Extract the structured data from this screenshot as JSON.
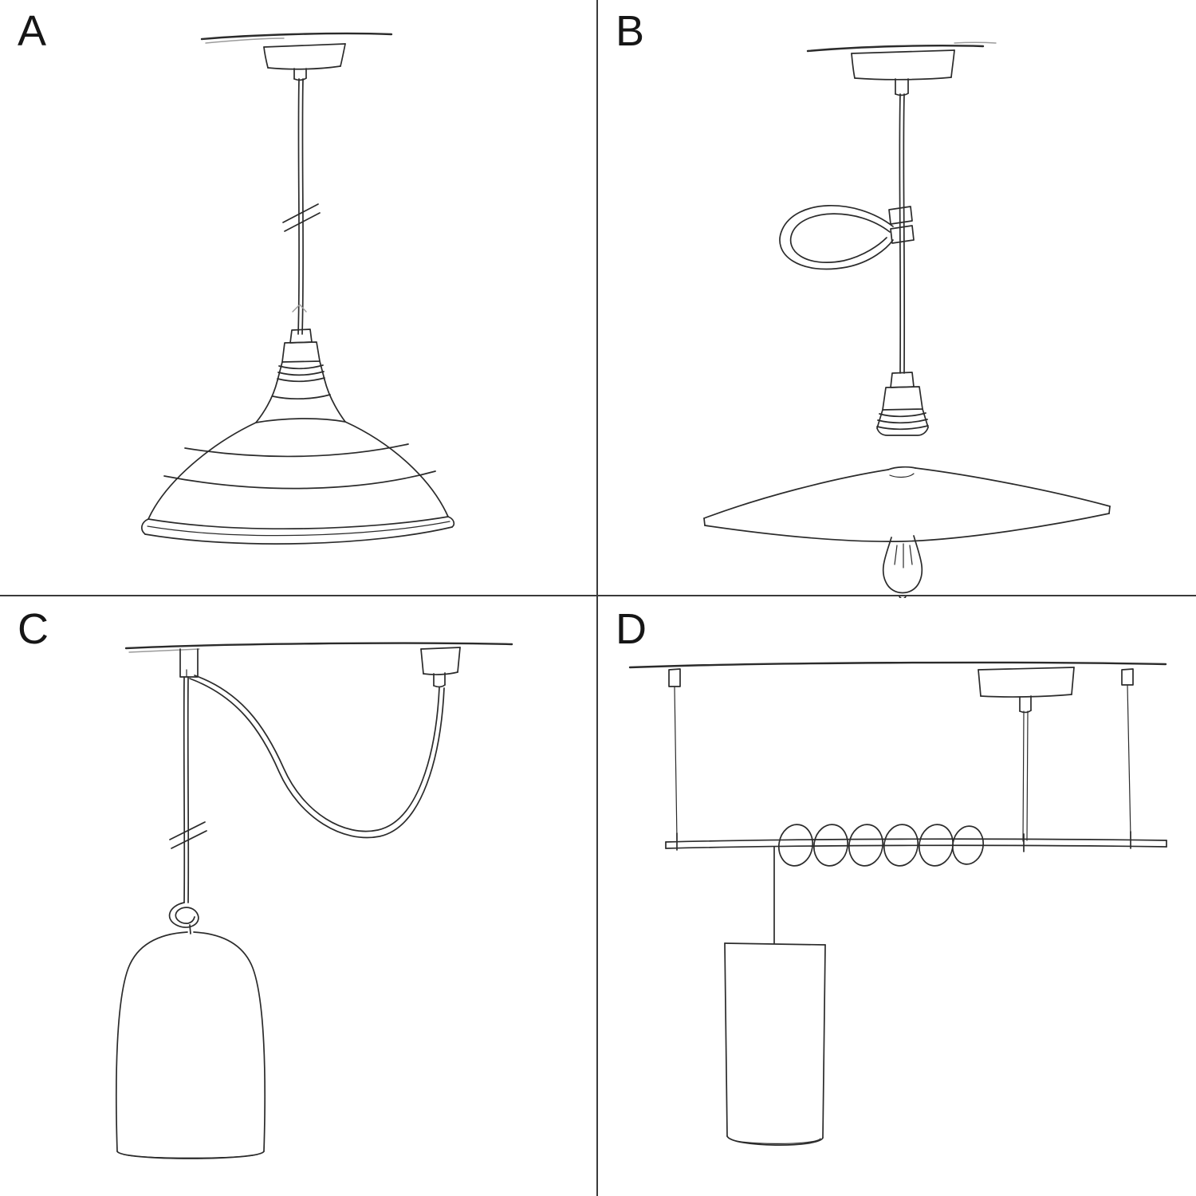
{
  "page": {
    "background_color": "#ffffff",
    "divider_color": "#3a3a3a",
    "ink_color": "#2b2b2b",
    "label_color": "#161616"
  },
  "figure": {
    "quadrants": [
      {
        "label": "A",
        "sketch": "pendant-bowl-shade-sketch"
      },
      {
        "label": "B",
        "sketch": "pendant-flat-shade-bulb-cable-hook-sketch"
      },
      {
        "label": "C",
        "sketch": "swag-pendant-bell-shade-sketch"
      },
      {
        "label": "D",
        "sketch": "bar-suspension-coiled-cable-cylinder-shade-sketch"
      }
    ]
  }
}
